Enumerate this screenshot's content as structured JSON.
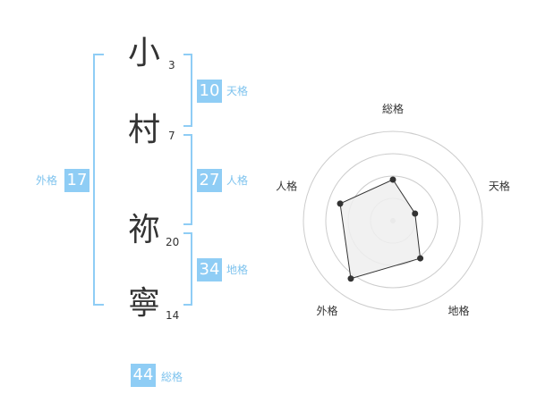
{
  "name_chars": [
    {
      "char": "小",
      "strokes": "3"
    },
    {
      "char": "村",
      "strokes": "7"
    },
    {
      "char": "祢",
      "strokes": "20"
    },
    {
      "char": "寧",
      "strokes": "14"
    }
  ],
  "scores": {
    "tenkaku": {
      "value": "10",
      "label": "天格"
    },
    "jinkaku": {
      "value": "27",
      "label": "人格"
    },
    "chikaku": {
      "value": "34",
      "label": "地格"
    },
    "gaikaku": {
      "value": "17",
      "label": "外格"
    },
    "soukaku": {
      "value": "44",
      "label": "総格"
    }
  },
  "chart_data": {
    "type": "radar",
    "axes": [
      "総格",
      "天格",
      "地格",
      "外格",
      "人格"
    ],
    "values": [
      2.3,
      1.3,
      2.6,
      4.0,
      3.1
    ],
    "range": [
      0,
      5
    ],
    "rings": 4,
    "colors": {
      "fill": "#efefef",
      "stroke": "#333333",
      "ring": "#cccccc"
    }
  },
  "colors": {
    "accent": "#8fcdf5",
    "label": "#7ec3ee"
  }
}
